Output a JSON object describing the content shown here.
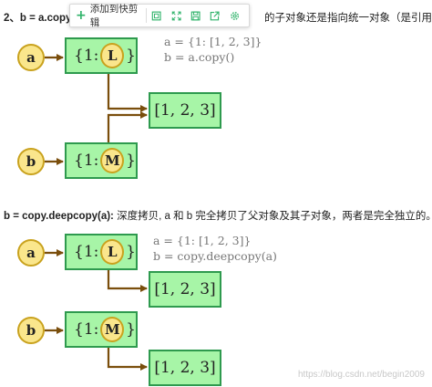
{
  "section1": {
    "heading_bold": "2、b = a.copy(",
    "heading_tail": "的子对象还是指向统一对象（是引用）。",
    "code_lines": [
      "a = {1: [1, 2, 3]}",
      "b = a.copy()"
    ],
    "var_a": "a",
    "var_b": "b",
    "dict_a": {
      "open": "{1:",
      "key_node": "L",
      "close": "}"
    },
    "dict_b": {
      "open": "{1:",
      "key_node": "M",
      "close": "}"
    },
    "list": "[1, 2, 3]"
  },
  "section2": {
    "heading_bold": "b = copy.deepcopy(a):",
    "heading_rest": " 深度拷贝, a 和 b 完全拷贝了父对象及其子对象，两者是完全独立的。",
    "code_lines": [
      "a = {1: [1, 2, 3]}",
      "b = copy.deepcopy(a)"
    ],
    "var_a": "a",
    "var_b": "b",
    "dict_a": {
      "open": "{1:",
      "key_node": "L",
      "close": "}"
    },
    "dict_b": {
      "open": "{1:",
      "key_node": "M",
      "close": "}"
    },
    "list_a": "[1, 2, 3]",
    "list_b": "[1, 2, 3]"
  },
  "toolbar": {
    "clip_label": "添加到快剪辑",
    "icons": [
      "frame-icon",
      "expand-icon",
      "save-icon",
      "share-icon",
      "settings-icon"
    ]
  },
  "watermark": "https://blog.csdn.net/begin2009",
  "colors": {
    "box_fill": "#a7f5a7",
    "box_border": "#2e9a4e",
    "node_fill": "#fae68c",
    "node_border": "#c9a21e",
    "arrow": "#7a4e0c"
  }
}
